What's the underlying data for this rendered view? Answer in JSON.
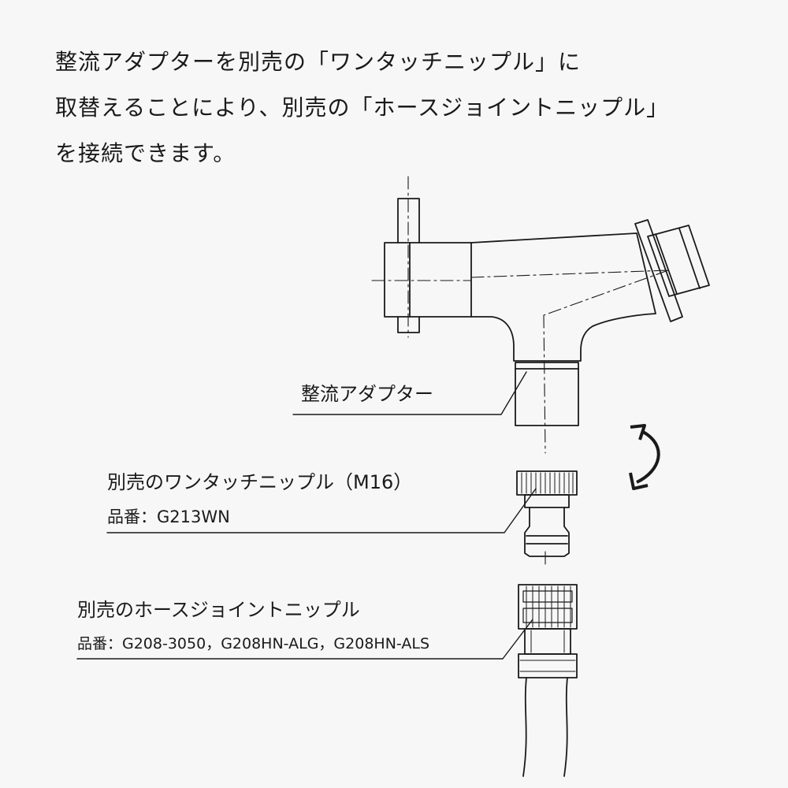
{
  "intro": {
    "line1": "整流アダプターを別売の「ワンタッチニップル」に",
    "line2": "取替えることにより、別売の「ホースジョイントニップル」",
    "line3": "を接続できます。"
  },
  "labels": {
    "adapter": "整流アダプター",
    "nipple_name": "別売のワンタッチニップル（M16）",
    "nipple_part": "品番：G213WN",
    "hose_name": "別売のホースジョイントニップル",
    "hose_part": "品番：G208-3050，G208HN-ALG，G208HN-ALS"
  },
  "icons": {
    "rotate": "curved-arrow-icon"
  },
  "colors": {
    "line": "#1a1a1a",
    "background": "#f7f7f7"
  }
}
